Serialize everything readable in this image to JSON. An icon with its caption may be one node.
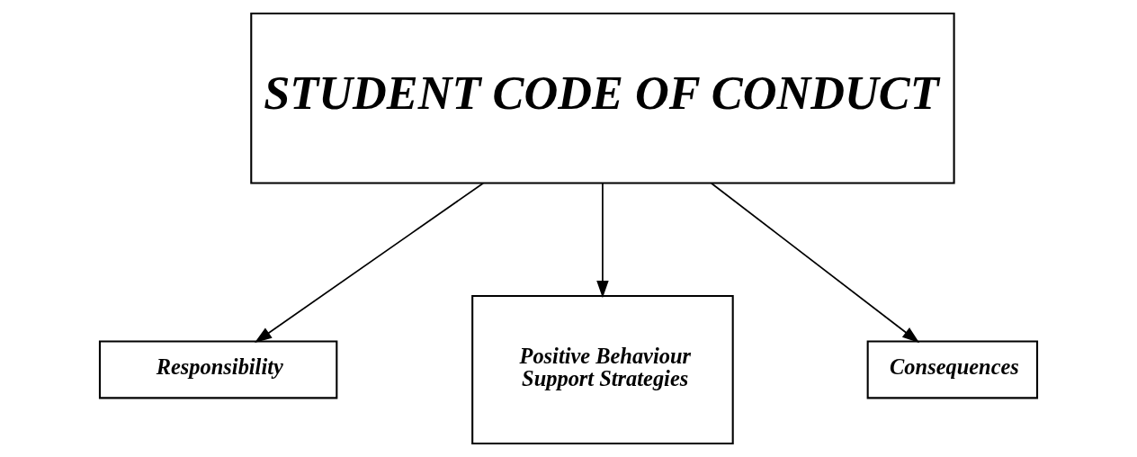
{
  "diagram": {
    "nodes": [
      {
        "text": [
          "STUDENT CODE OF CONDUCT"
        ]
      },
      {
        "text": [
          "Responsibility"
        ]
      },
      {
        "text": [
          "Positive Behaviour Support Strategies"
        ]
      },
      {
        "text": [
          "Consequences"
        ]
      }
    ],
    "edges": [
      {
        "from": 0,
        "to": 1,
        "arrow": "to"
      },
      {
        "from": 0,
        "to": 2,
        "arrow": "to"
      },
      {
        "from": 0,
        "to": 3,
        "arrow": "to"
      }
    ]
  }
}
